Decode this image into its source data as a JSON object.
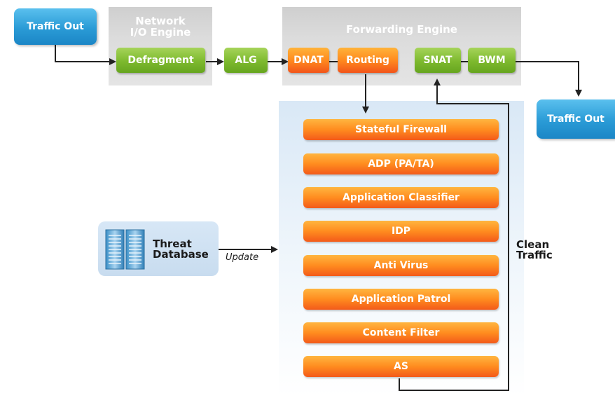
{
  "traffic_in_label": "Traffic Out",
  "traffic_out_label": "Traffic Out",
  "network_engine": {
    "title_line1": "Network",
    "title_line2": "I/O Engine",
    "defragment": "Defragment"
  },
  "alg": "ALG",
  "forwarding_engine": {
    "title": "Forwarding Engine",
    "dnat": "DNAT",
    "routing": "Routing",
    "snat": "SNAT",
    "bwm": "BWM"
  },
  "security_modules": [
    "Stateful Firewall",
    "ADP (PA/TA)",
    "Application Classifier",
    "IDP",
    "Anti Virus",
    "Application Patrol",
    "Content Filter",
    "AS"
  ],
  "threat_database": {
    "line1": "Threat",
    "line2": "Database",
    "update_label": "Update"
  },
  "clean_traffic": {
    "line1": "Clean",
    "line2": "Traffic"
  },
  "colors": {
    "blue": "#2a9bd6",
    "green": "#7db92e",
    "orange": "#ff8a1f",
    "gray_panel": "#d9d9d9",
    "security_panel": "#e3eef8",
    "arrow": "#222222"
  },
  "icons": [
    "server-icon"
  ]
}
